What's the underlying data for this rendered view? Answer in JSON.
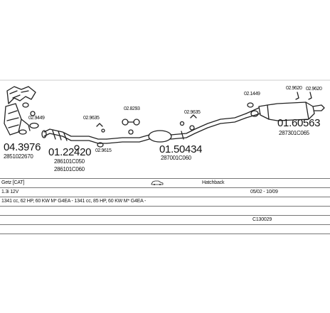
{
  "parts": [
    {
      "id": "04.3976",
      "ref": "2851022670"
    },
    {
      "id": "01.22420",
      "ref": "286101C050",
      "ref2": "286101C060"
    },
    {
      "id": "01.50434",
      "ref": "287001C060"
    },
    {
      "id": "01.60563",
      "ref": "287301C065"
    }
  ],
  "accessories": {
    "a1": "02.9449",
    "a2": "02.9635",
    "a3": "02.9615",
    "a4": "02.8293",
    "a5": "02.9635",
    "a6": "02.1449",
    "a7": "02.9620",
    "a8": "02.9620"
  },
  "info": {
    "model": "Getz  [CAT]",
    "body": "Hatchback",
    "engine": "1.3i 12V",
    "years": "05/02 - 10/09",
    "spec": "1341 cc, 62 HP, 60 KW M* G4EA - 1341 cc, 85 HP, 60 KW M* G4EA -",
    "code": "C130029"
  }
}
